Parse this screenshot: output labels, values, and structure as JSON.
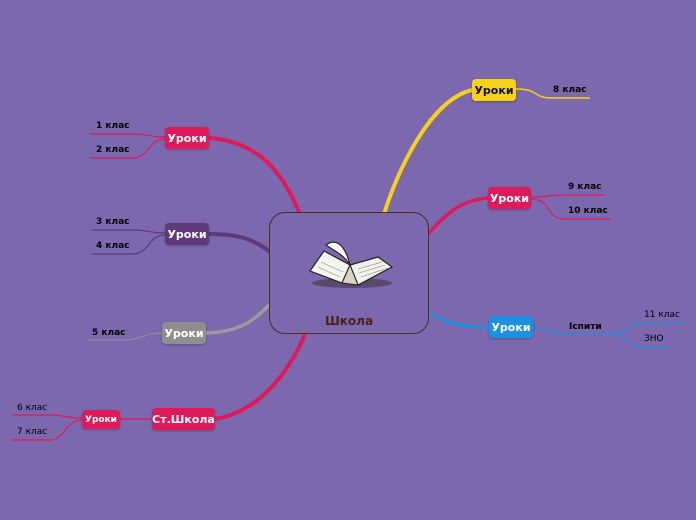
{
  "central": {
    "label": "Школа",
    "icon": "open-book-icon"
  },
  "colors": {
    "background": "#7b68ae",
    "yellow": "#f7d117",
    "red": "#e0195a",
    "purple": "#5e3a78",
    "gray": "#8e8e8e",
    "blue": "#1e90e0"
  },
  "branches": {
    "top_right": {
      "label": "Уроки",
      "children": [
        "8 клас"
      ]
    },
    "mid_right": {
      "label": "Уроки",
      "children": [
        "9 клас",
        "10 клас"
      ]
    },
    "bottom_right": {
      "label": "Уроки",
      "sub": {
        "label": "Іспити",
        "children": [
          "11 клас",
          "ЗНО"
        ]
      }
    },
    "top_left": {
      "label": "Уроки",
      "children": [
        "1 клас",
        "2 клас"
      ]
    },
    "mid_left": {
      "label": "Уроки",
      "children": [
        "3 клас",
        "4 клас"
      ]
    },
    "gray_left": {
      "label": "Уроки",
      "children": [
        "5 клас"
      ]
    },
    "bottom_left": {
      "label": "Ст.Школа",
      "sub": {
        "label": "Уроки",
        "children": [
          "6 клас",
          "7 клас"
        ]
      }
    }
  }
}
